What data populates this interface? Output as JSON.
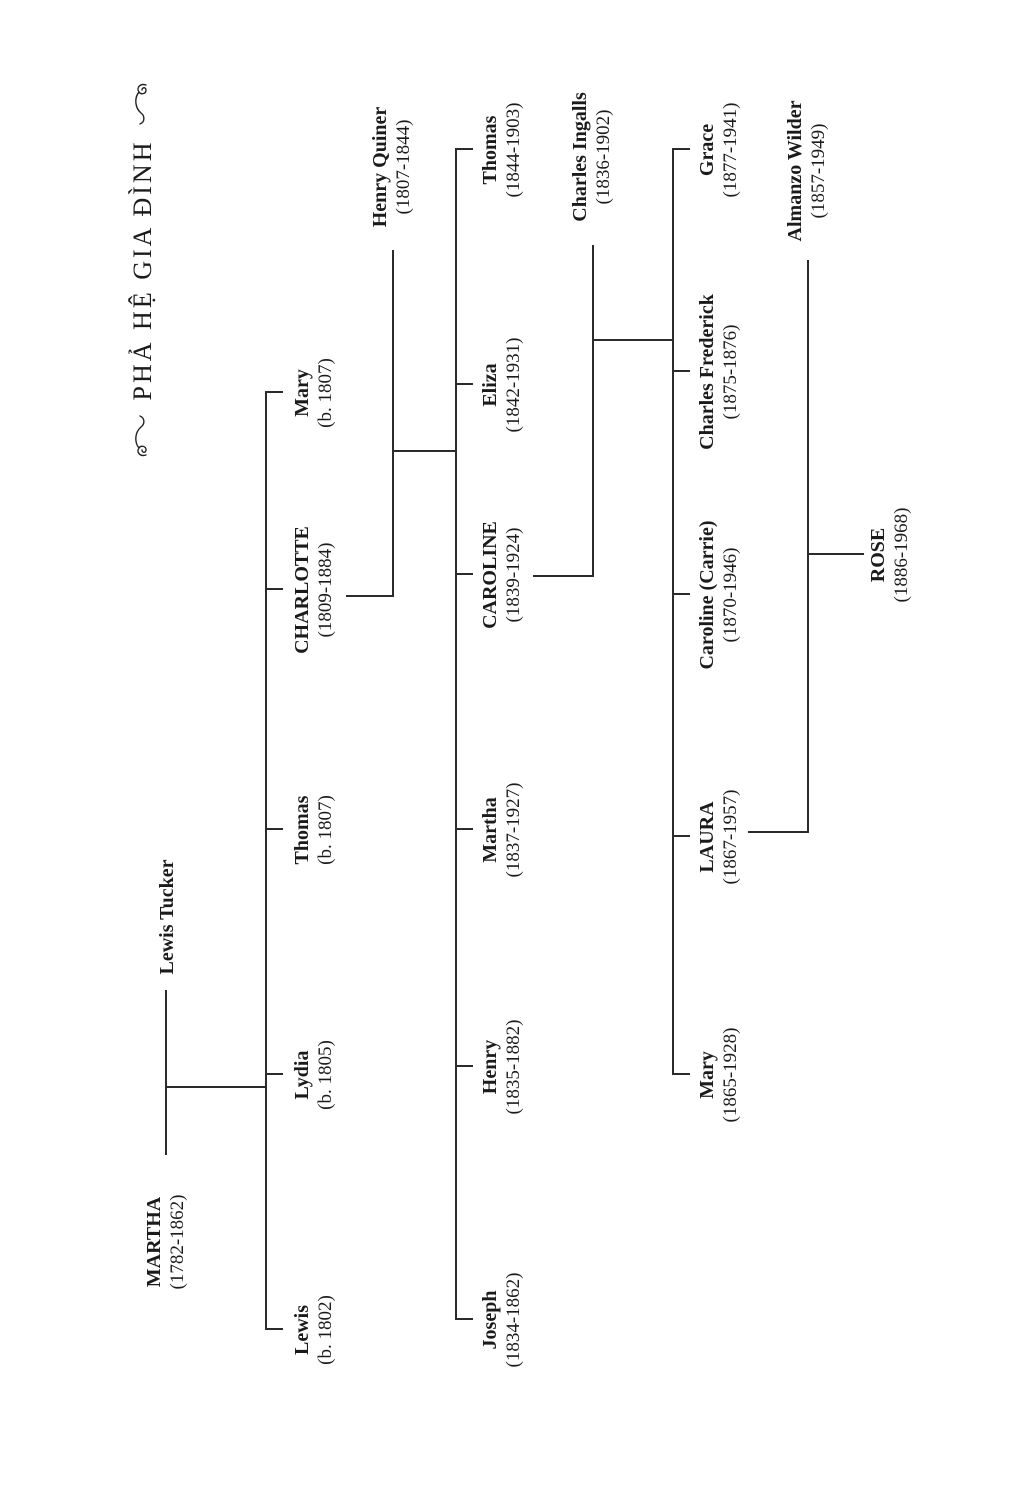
{
  "title": {
    "text": "PHẢ HỆ GIA ĐÌNH"
  },
  "people": {
    "martha": {
      "name": "MARTHA",
      "dates": "(1782-1862)"
    },
    "lewis_tucker": {
      "name": "Lewis Tucker"
    },
    "lewis": {
      "name": "Lewis",
      "dates": "(b. 1802)"
    },
    "lydia": {
      "name": "Lydia",
      "dates": "(b. 1805)"
    },
    "thomas_tucker": {
      "name": "Thomas",
      "dates": "(b. 1807)"
    },
    "charlotte": {
      "name": "CHARLOTTE",
      "dates": "(1809-1884)"
    },
    "mary_tucker": {
      "name": "Mary",
      "dates": "(b. 1807)"
    },
    "henry_quiner": {
      "name": "Henry Quiner",
      "dates": "(1807-1844)"
    },
    "joseph": {
      "name": "Joseph",
      "dates": "(1834-1862)"
    },
    "henry": {
      "name": "Henry",
      "dates": "(1835-1882)"
    },
    "martha_quiner": {
      "name": "Martha",
      "dates": "(1837-1927)"
    },
    "caroline": {
      "name": "CAROLINE",
      "dates": "(1839-1924)"
    },
    "eliza": {
      "name": "Eliza",
      "dates": "(1842-1931)"
    },
    "thomas_quiner": {
      "name": "Thomas",
      "dates": "(1844-1903)"
    },
    "charles_ingalls": {
      "name": "Charles Ingalls",
      "dates": "(1836-1902)"
    },
    "mary_ingalls": {
      "name": "Mary",
      "dates": "(1865-1928)"
    },
    "laura": {
      "name": "LAURA",
      "dates": "(1867-1957)"
    },
    "carrie": {
      "name": "Caroline (Carrie)",
      "dates": "(1870-1946)"
    },
    "charles_frederick": {
      "name": "Charles Frederick",
      "dates": "(1875-1876)"
    },
    "grace": {
      "name": "Grace",
      "dates": "(1877-1941)"
    },
    "almanzo": {
      "name": "Almanzo Wilder",
      "dates": "(1857-1949)"
    },
    "rose": {
      "name": "ROSE",
      "dates": "(1886-1968)"
    }
  },
  "structure": {
    "marriages": [
      {
        "spouses": [
          "MARTHA",
          "Lewis Tucker"
        ],
        "children": [
          "Lewis",
          "Lydia",
          "Thomas",
          "CHARLOTTE",
          "Mary"
        ]
      },
      {
        "spouses": [
          "CHARLOTTE",
          "Henry Quiner"
        ],
        "children": [
          "Joseph",
          "Henry",
          "Martha",
          "CAROLINE",
          "Eliza",
          "Thomas"
        ]
      },
      {
        "spouses": [
          "CAROLINE",
          "Charles Ingalls"
        ],
        "children": [
          "Mary",
          "LAURA",
          "Caroline (Carrie)",
          "Charles Frederick",
          "Grace"
        ]
      },
      {
        "spouses": [
          "LAURA",
          "Almanzo Wilder"
        ],
        "children": [
          "ROSE"
        ]
      }
    ],
    "orientation": "landscape chart rotated 90deg counter-clockwise on portrait page"
  }
}
